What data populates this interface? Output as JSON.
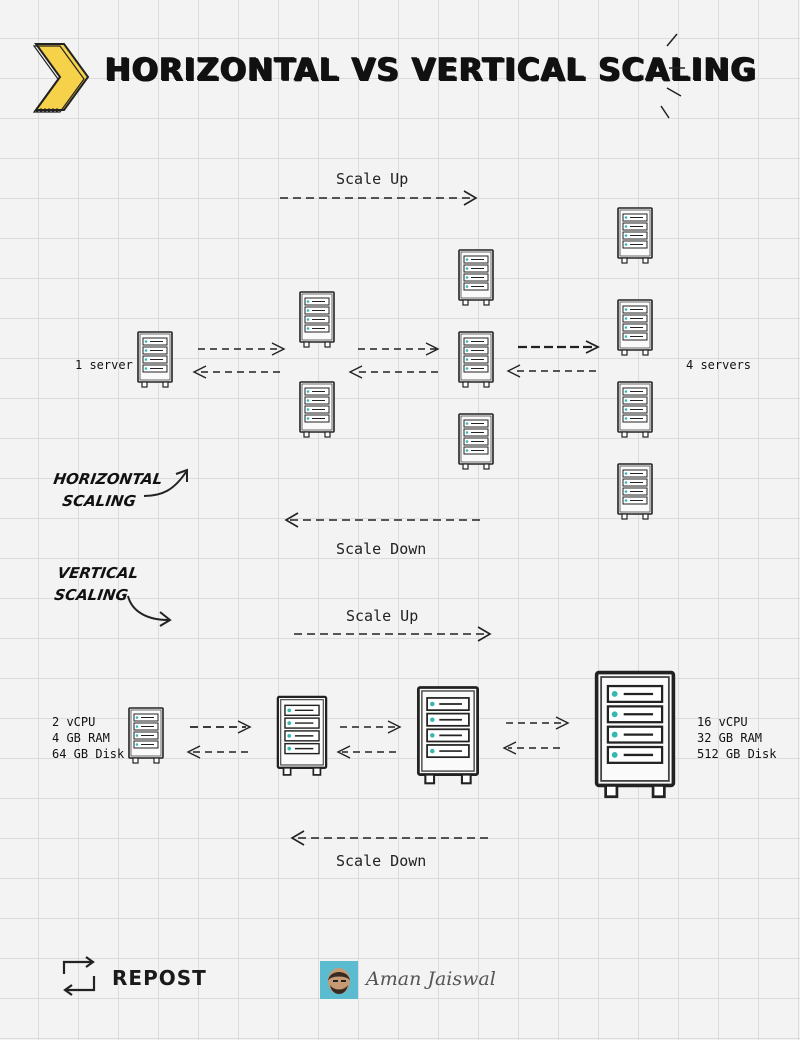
{
  "header": {
    "title": "Horizontal vs Vertical Scaling",
    "accent_color": "#f5d24a"
  },
  "horizontal": {
    "section_label_line1": "Horizontal",
    "section_label_line2": "Scaling",
    "scale_up_label": "Scale Up",
    "scale_down_label": "Scale Down",
    "left_caption": "1 server",
    "right_caption": "4 servers",
    "server_counts": [
      1,
      2,
      3,
      4
    ]
  },
  "vertical": {
    "section_label_line1": "Vertical",
    "section_label_line2": "Scaling",
    "scale_up_label": "Scale Up",
    "scale_down_label": "Scale Down",
    "left_specs": [
      "2 vCPU",
      "4 GB RAM",
      "64 GB Disk"
    ],
    "right_specs": [
      "16 vCPU",
      "32 GB RAM",
      "512 GB Disk"
    ]
  },
  "footer": {
    "repost_label": "Repost",
    "author_name": "Aman Jaiswal",
    "avatar_bg": "#5bbcd0"
  },
  "icons": {
    "server": "server-rack-icon",
    "led_color": "#35b8b0"
  }
}
